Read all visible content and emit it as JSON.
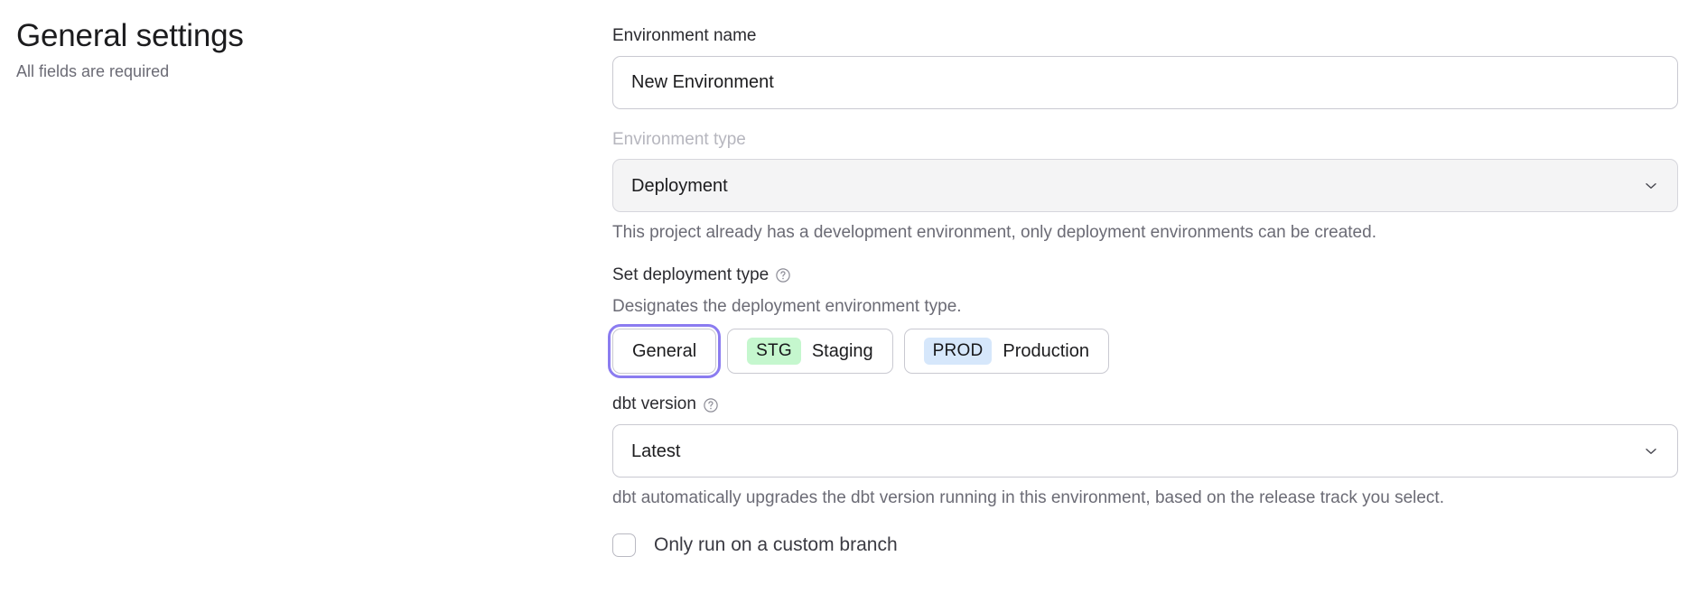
{
  "header": {
    "title": "General settings",
    "subtitle": "All fields are required"
  },
  "form": {
    "environment_name": {
      "label": "Environment name",
      "value": "New Environment",
      "placeholder": "New Environment"
    },
    "environment_type": {
      "label": "Environment type",
      "value": "Deployment",
      "disabled": true,
      "help_text": "This project already has a development environment, only deployment environments can be created.",
      "chevron_icon": "chevron-down-icon"
    },
    "deployment_type": {
      "label": "Set deployment type",
      "help_icon": "help-circle-icon",
      "description": "Designates the deployment environment type.",
      "options": [
        {
          "id": "general",
          "label": "General",
          "badge": "",
          "selected": true
        },
        {
          "id": "staging",
          "label": "Staging",
          "badge": "STG",
          "badge_color": "#c5f7ce",
          "selected": false
        },
        {
          "id": "production",
          "label": "Production",
          "badge": "PROD",
          "badge_color": "#d6e7fb",
          "selected": false
        }
      ]
    },
    "dbt_version": {
      "label": "dbt version",
      "help_icon": "help-circle-icon",
      "value": "Latest",
      "help_text": "dbt automatically upgrades the dbt version running in this environment, based on the release track you select.",
      "chevron_icon": "chevron-down-icon"
    },
    "custom_branch": {
      "label": "Only run on a custom branch",
      "checked": false
    }
  },
  "colors": {
    "focus_ring": "#8b7cf0",
    "staging_badge": "#c5f7ce",
    "production_badge": "#d6e7fb",
    "border": "#c9c9d1",
    "muted_text": "#6b6b75"
  }
}
